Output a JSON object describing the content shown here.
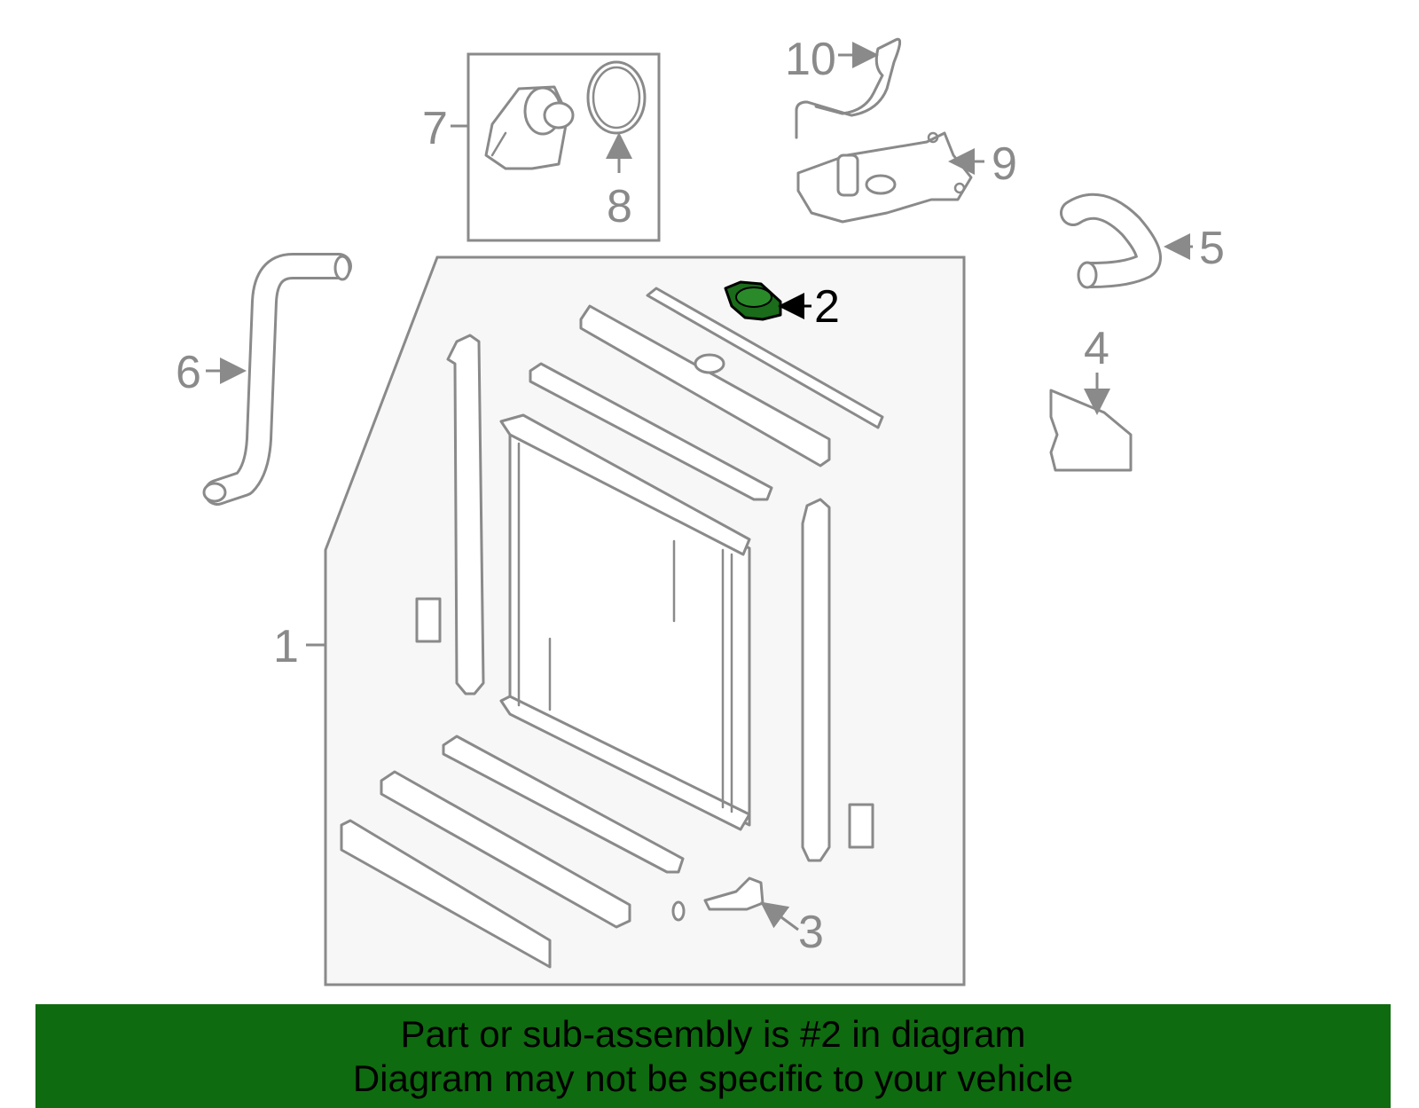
{
  "callouts": {
    "c1": "1",
    "c2": "2",
    "c3": "3",
    "c4": "4",
    "c5": "5",
    "c6": "6",
    "c7": "7",
    "c8": "8",
    "c9": "9",
    "c10": "10"
  },
  "highlight": {
    "part_number": "2",
    "color": "#1a6b1a"
  },
  "banner": {
    "line1": "Part or sub-assembly is #2 in diagram",
    "line2": "Diagram may not be specific to your vehicle",
    "background": "#0f6b0f"
  },
  "colors": {
    "line": "#8a8a8a",
    "panel": "#f7f7f7"
  }
}
